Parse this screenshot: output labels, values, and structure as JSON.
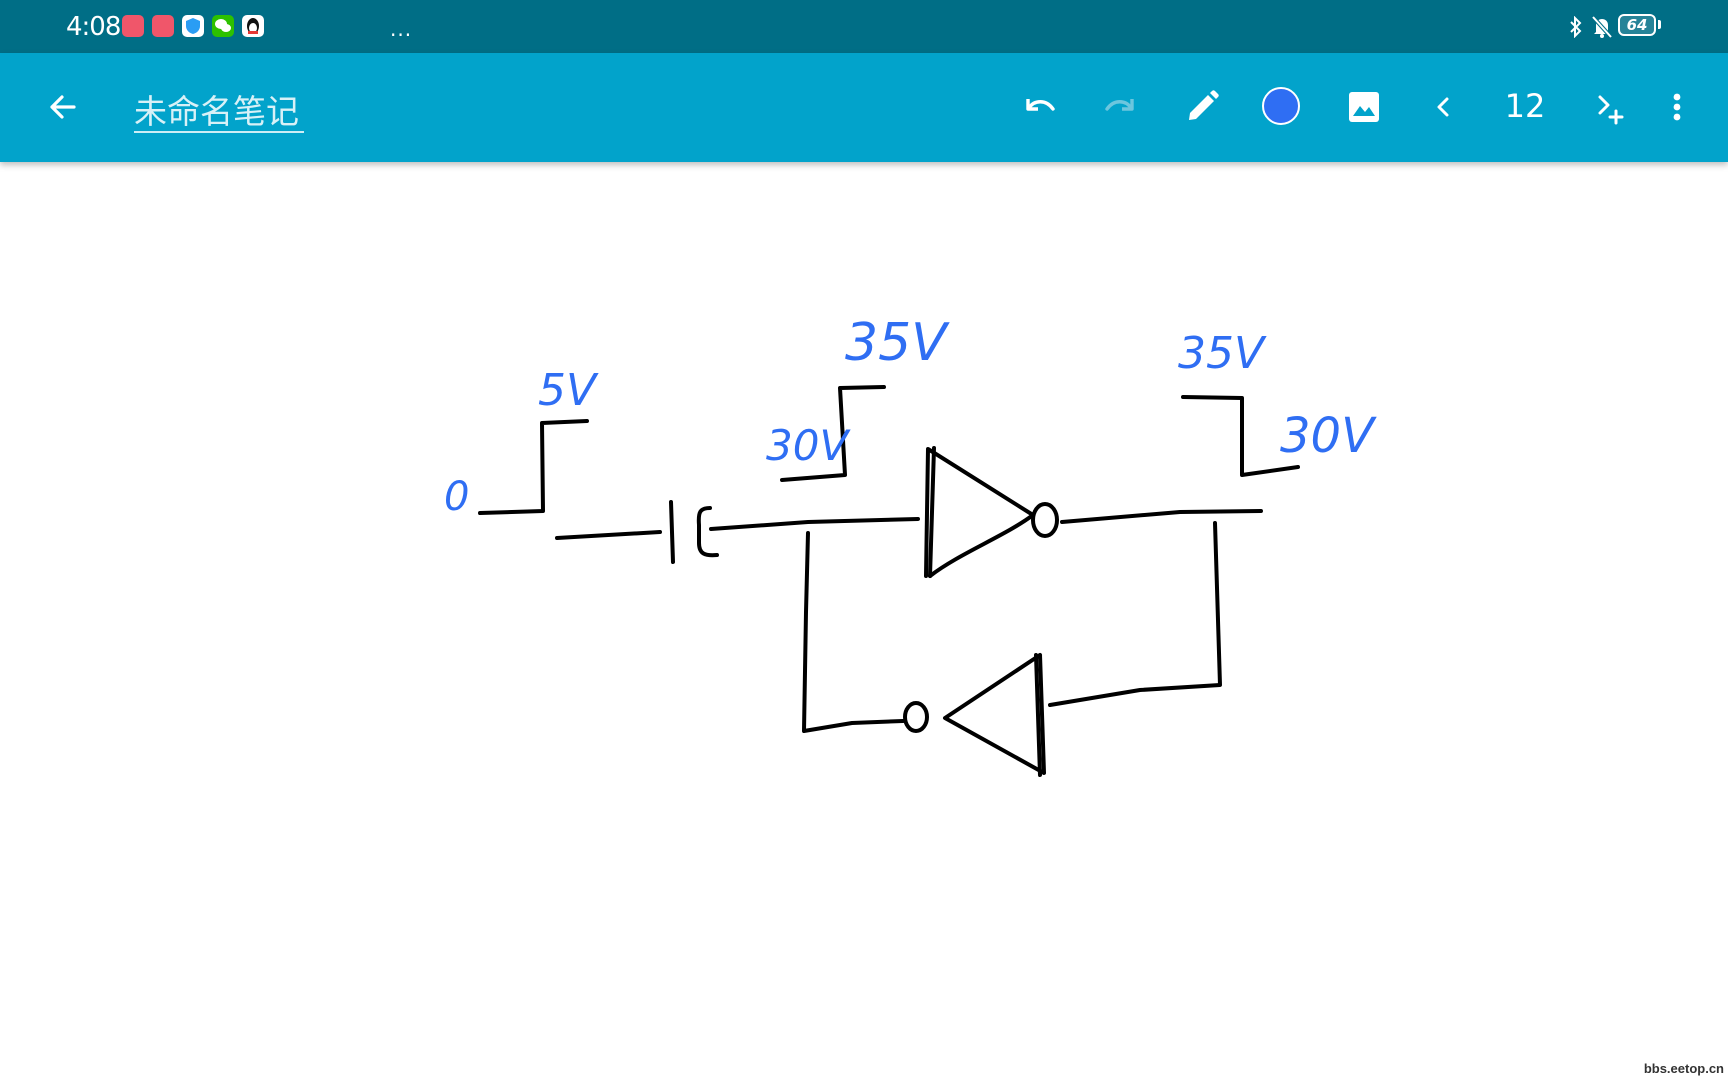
{
  "status_bar": {
    "time": "4:08",
    "notification_icons": [
      {
        "name": "app-red-icon",
        "color": "#f0566a"
      },
      {
        "name": "app-red-icon",
        "color": "#f0566a"
      },
      {
        "name": "shield-app-icon",
        "color": "#2a9df4"
      },
      {
        "name": "wechat-icon",
        "color": "#2dc100"
      },
      {
        "name": "qq-penguin-icon",
        "color": "#ffffff"
      }
    ],
    "more": "···",
    "battery_level": "64"
  },
  "app_bar": {
    "title": "未命名笔记",
    "page_number": "12",
    "pen_color": "#2f6ef3",
    "bar_color": "#02a3cb"
  },
  "canvas": {
    "labels": {
      "in_low": "0",
      "in_high": "5V",
      "mid_high": "35V",
      "mid_low": "30V",
      "out_high": "35V",
      "out_low": "30V"
    },
    "ink_color": "#2f6ef3"
  },
  "watermark": "bbs.eetop.cn"
}
